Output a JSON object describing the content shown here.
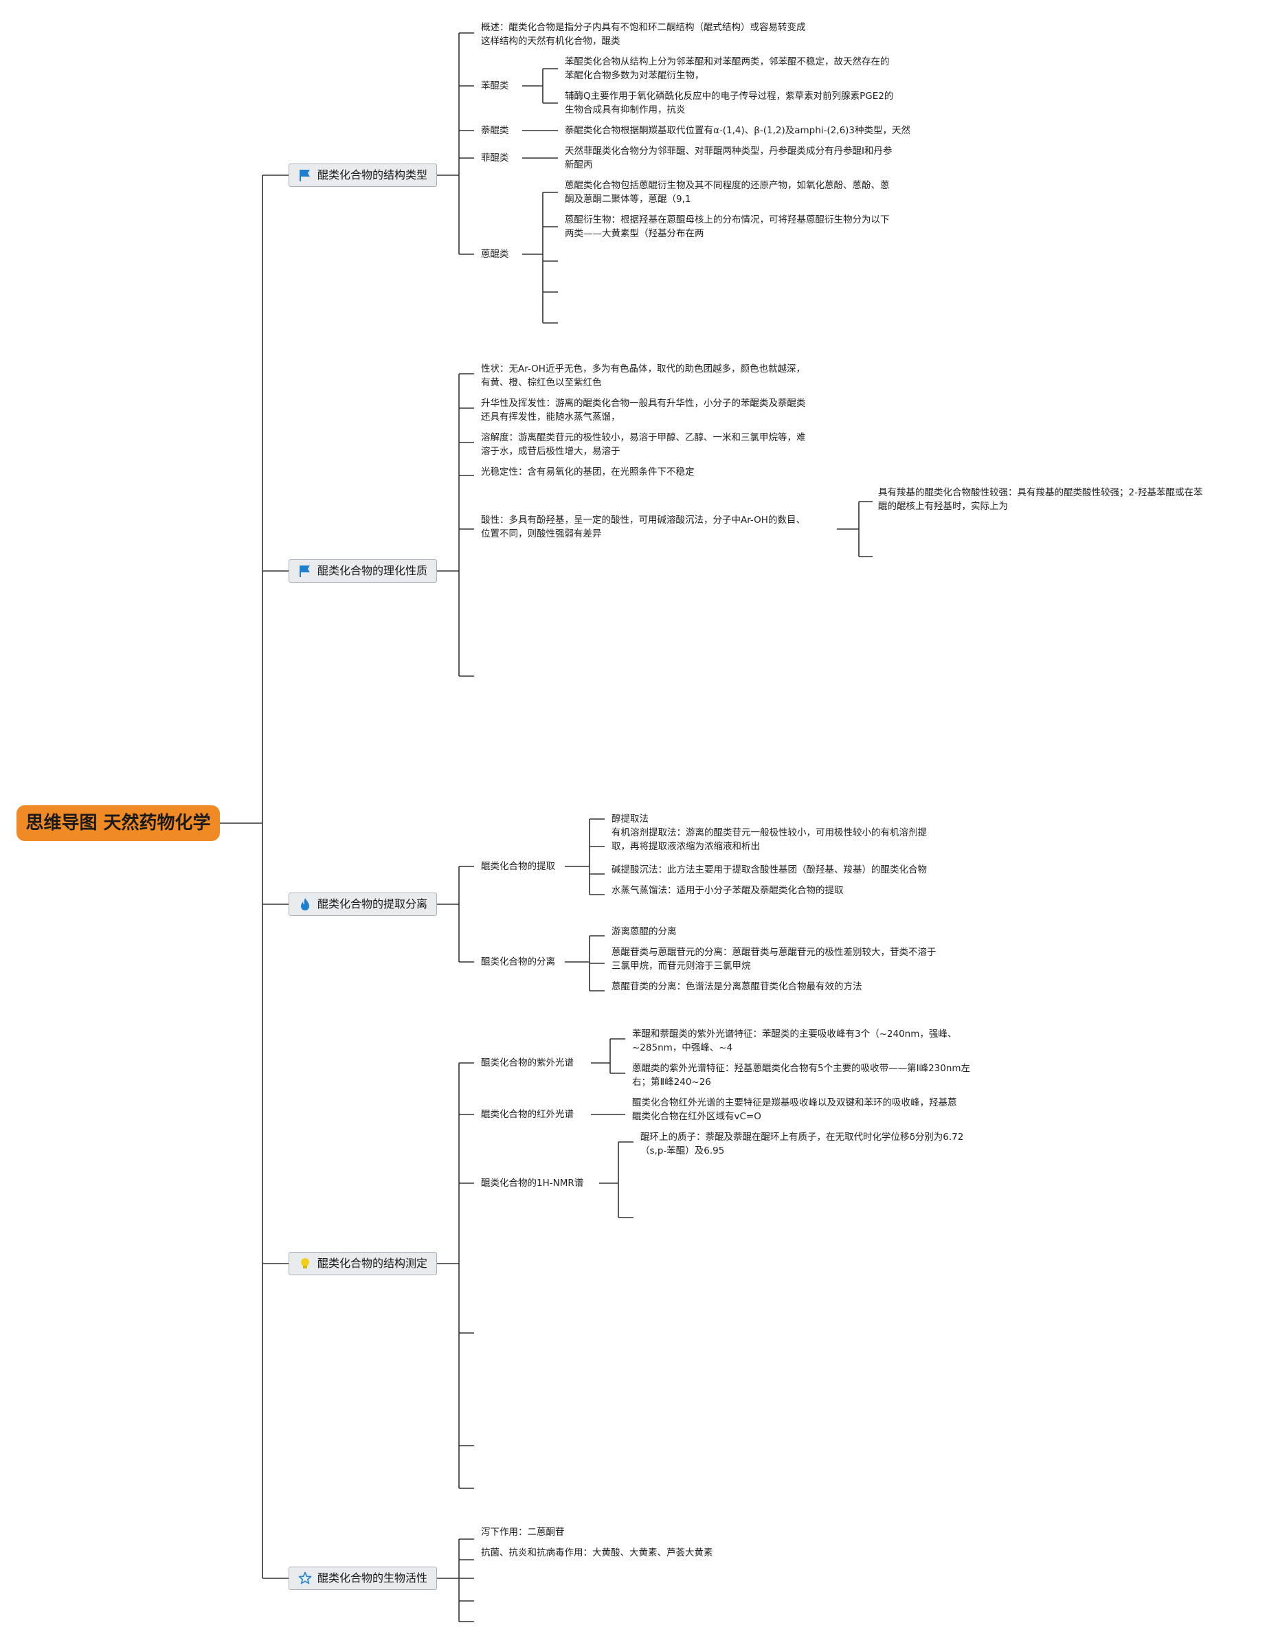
{
  "root": {
    "title": "思维导图 天然药物化学"
  },
  "branches": [
    {
      "label": "醌类化合物的结构类型",
      "icon": "flag-icon"
    },
    {
      "label": "醌类化合物的理化性质",
      "icon": "flag-icon"
    },
    {
      "label": "醌类化合物的提取分离",
      "icon": "flame-icon"
    },
    {
      "label": "醌类化合物的结构测定",
      "icon": "lightbulb-icon"
    },
    {
      "label": "醌类化合物的生物活性",
      "icon": "star-icon"
    }
  ],
  "structure": {
    "overview": [
      "概述：醌类化合物是指分子内具有不饱和环二酮结构（醌式结构）或容易转变成",
      "这样结构的天然有机化合物，醌类"
    ],
    "benzoquinone": {
      "label": "苯醌类",
      "items": [
        [
          "苯醌类化合物从结构上分为邻苯醌和对苯醌两类，邻苯醌不稳定，故天然存在的",
          "苯醌化合物多数为对苯醌衍生物，"
        ],
        [
          "辅酶Q主要作用于氧化磷酰化反应中的电子传导过程，紫草素对前列腺素PGE2的",
          "生物合成具有抑制作用，抗炎"
        ]
      ]
    },
    "naphthoquinone": {
      "label": "萘醌类",
      "text": "萘醌类化合物根据酮羰基取代位置有α-(1,4)、β-(1,2)及amphi-(2,6)3种类型，天然"
    },
    "phenanthrenequinone": {
      "label": "菲醌类",
      "text": [
        "天然菲醌类化合物分为邻菲醌、对菲醌两种类型，丹参醌类成分有丹参醌Ⅰ和丹参",
        "新醌丙"
      ]
    },
    "anthraquinone": {
      "label": "蒽醌类",
      "items": [
        [
          "蒽醌类化合物包括蒽醌衍生物及其不同程度的还原产物，如氧化蒽酚、蒽酚、蒽",
          "酮及蒽酮二聚体等，蒽醌（9,1"
        ],
        [
          "蒽醌衍生物：根据羟基在蒽醌母核上的分布情况，可将羟基蒽醌衍生物分为以下",
          "两类——大黄素型（羟基分布在两"
        ]
      ]
    }
  },
  "properties": {
    "items": [
      [
        "性状：无Ar-OH近乎无色，多为有色晶体，取代的助色团越多，颜色也就越深，",
        "有黄、橙、棕红色以至紫红色"
      ],
      [
        "升华性及挥发性：游离的醌类化合物一般具有升华性，小分子的苯醌类及萘醌类",
        "还具有挥发性，能随水蒸气蒸馏，"
      ],
      [
        "溶解度：游离醌类苷元的极性较小，易溶于甲醇、乙醇、一米和三氯甲烷等，难",
        "溶于水，成苷后极性增大，易溶于"
      ],
      [
        "光稳定性：含有易氧化的基团，在光照条件下不稳定"
      ]
    ],
    "acidity": [
      "酸性：多具有酚羟基，呈一定的酸性，可用碱溶酸沉法，分子中Ar-OH的数目、",
      "位置不同，则酸性强弱有差异"
    ],
    "acidity_child": [
      "具有羧基的醌类化合物酸性较强：具有羧基的醌类酸性较强；2-羟基苯醌或在苯",
      "醌的醌核上有羟基时，实际上为"
    ]
  },
  "extraction": {
    "extract": {
      "label": "醌类化合物的提取",
      "items": [
        [
          "醇提取法"
        ],
        [
          "有机溶剂提取法：游离的醌类苷元一般极性较小，可用极性较小的有机溶剂提",
          "取，再将提取液浓缩为浓缩液和析出"
        ],
        [
          "碱提酸沉法：此方法主要用于提取含酸性基团（酚羟基、羧基）的醌类化合物"
        ],
        [
          "水蒸气蒸馏法：适用于小分子苯醌及萘醌类化合物的提取"
        ]
      ]
    },
    "separate": {
      "label": "醌类化合物的分离",
      "items": [
        [
          "游离蒽醌的分离"
        ],
        [
          "蒽醌苷类与蒽醌苷元的分离：蒽醌苷类与蒽醌苷元的极性差别较大，苷类不溶于",
          "三氯甲烷，而苷元则溶于三氯甲烷"
        ],
        [
          "蒽醌苷类的分离：色谱法是分离蒽醌苷类化合物最有效的方法"
        ]
      ]
    }
  },
  "determination": {
    "uv": {
      "label": "醌类化合物的紫外光谱",
      "items": [
        [
          "苯醌和萘醌类的紫外光谱特征：苯醌类的主要吸收峰有3个（~240nm，强峰、",
          "~285nm，中强峰、~4"
        ],
        [
          "蒽醌类的紫外光谱特征：羟基蒽醌类化合物有5个主要的吸收带——第Ⅰ峰230nm左",
          "右；第Ⅱ峰240~26"
        ]
      ]
    },
    "ir": {
      "label": "醌类化合物的红外光谱",
      "text": [
        "醌类化合物红外光谱的主要特征是羰基吸收峰以及双键和苯环的吸收峰，羟基蒽",
        "醌类化合物在红外区域有vC=O"
      ]
    },
    "nmr": {
      "label": "醌类化合物的1H-NMR谱",
      "text": [
        "醌环上的质子：萘醌及萘醌在醌环上有质子，在无取代时化学位移δ分别为6.72",
        "（s,p-苯醌）及6.95"
      ]
    }
  },
  "activity": {
    "items": [
      [
        "泻下作用：二蒽酮苷"
      ],
      [
        "抗菌、抗炎和抗病毒作用：大黄酸、大黄素、芦荟大黄素"
      ]
    ]
  },
  "colors": {
    "root": "#f08a24",
    "branch_fill": "#e9ecee",
    "branch_border": "#aab0b5",
    "line": "#333333",
    "flag": "#1d7fd0",
    "bulb": "#f2d01a"
  }
}
